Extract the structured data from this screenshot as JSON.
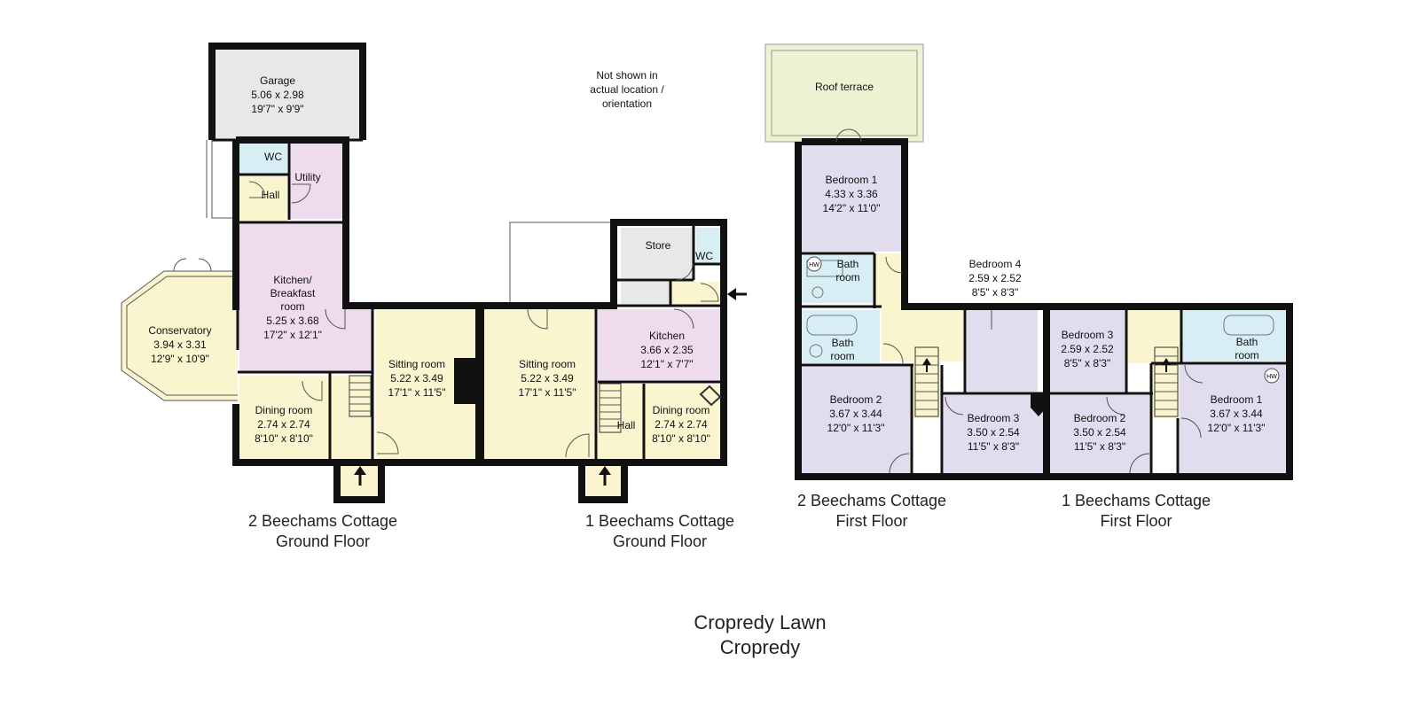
{
  "colors": {
    "garage": "#e8e8e8",
    "wet_room": "#d7eef5",
    "hall": "#fbf5cf",
    "kitchen": "#eedbee",
    "living": "#fbf5cf",
    "conservatory": "#fbf5cf",
    "bedroom": "#e1dcee",
    "roof_terrace": "#ecf3d3",
    "store": "#e8e8e8",
    "wall": "#111111"
  },
  "notes": {
    "not_shown_1": "Not shown in",
    "not_shown_2": "actual location /",
    "not_shown_3": "orientation"
  },
  "ground2": {
    "garage": {
      "name": "Garage",
      "metric": "5.06 x 2.98",
      "imperial": "19'7\" x 9'9\""
    },
    "wc": {
      "name": "WC"
    },
    "utility": {
      "name": "Utility"
    },
    "hall": {
      "name": "Hall"
    },
    "kitchen": {
      "name_1": "Kitchen/",
      "name_2": "Breakfast",
      "name_3": "room",
      "metric": "5.25 x 3.68",
      "imperial": "17'2\" x 12'1\""
    },
    "conservatory": {
      "name": "Conservatory",
      "metric": "3.94 x 3.31",
      "imperial": "12'9\" x 10'9\""
    },
    "dining": {
      "name": "Dining room",
      "metric": "2.74 x 2.74",
      "imperial": "8'10\" x 8'10\""
    },
    "sitting": {
      "name": "Sitting room",
      "metric": "5.22 x 3.49",
      "imperial": "17'1\" x 11'5\""
    },
    "caption_1": "2 Beechams Cottage",
    "caption_2": "Ground Floor"
  },
  "ground1": {
    "store": {
      "name": "Store"
    },
    "wc": {
      "name": "WC"
    },
    "kitchen": {
      "name": "Kitchen",
      "metric": "3.66 x 2.35",
      "imperial": "12'1\" x 7'7\""
    },
    "sitting": {
      "name": "Sitting room",
      "metric": "5.22 x 3.49",
      "imperial": "17'1\" x 11'5\""
    },
    "hall": {
      "name": "Hall"
    },
    "dining": {
      "name": "Dining room",
      "metric": "2.74 x 2.74",
      "imperial": "8'10\" x 8'10\""
    },
    "caption_1": "1 Beechams Cottage",
    "caption_2": "Ground Floor"
  },
  "first2": {
    "roof_terrace": {
      "name": "Roof terrace"
    },
    "bedroom1": {
      "name": "Bedroom 1",
      "metric": "4.33 x 3.36",
      "imperial": "14'2\" x 11'0\""
    },
    "bath_upper": {
      "name_1": "Bath",
      "name_2": "room"
    },
    "bath_lower": {
      "name_1": "Bath",
      "name_2": "room"
    },
    "hw": "HW",
    "bedroom2": {
      "name": "Bedroom 2",
      "metric": "3.67 x 3.44",
      "imperial": "12'0\" x 11'3\""
    },
    "bedroom3": {
      "name": "Bedroom 3",
      "metric": "3.50 x 2.54",
      "imperial": "11'5\" x 8'3\""
    },
    "bedroom4": {
      "name": "Bedroom 4",
      "metric": "2.59 x 2.52",
      "imperial": "8'5\" x 8'3\""
    },
    "caption_1": "2 Beechams Cottage",
    "caption_2": "First Floor"
  },
  "first1": {
    "bedroom3": {
      "name": "Bedroom 3",
      "metric": "2.59 x 2.52",
      "imperial": "8'5\" x 8'3\""
    },
    "bedroom2": {
      "name": "Bedroom 2",
      "metric": "3.50 x 2.54",
      "imperial": "11'5\" x 8'3\""
    },
    "bedroom1": {
      "name": "Bedroom 1",
      "metric": "3.67 x 3.44",
      "imperial": "12'0\" x 11'3\""
    },
    "bath": {
      "name_1": "Bath",
      "name_2": "room"
    },
    "hw": "HW",
    "caption_1": "1 Beechams Cottage",
    "caption_2": "First Floor"
  },
  "property": {
    "title_1": "Cropredy Lawn",
    "title_2": "Cropredy"
  }
}
